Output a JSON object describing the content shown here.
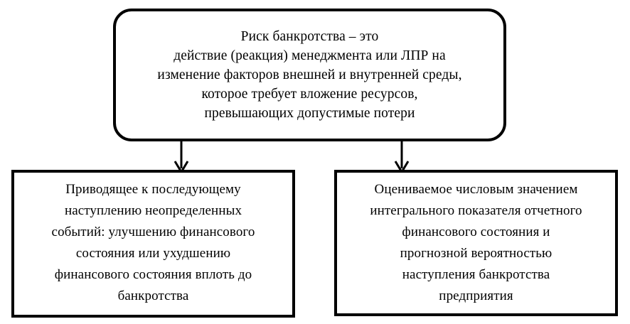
{
  "diagram": {
    "type": "flowchart",
    "orientation": "top-down",
    "background_color": "#ffffff",
    "stroke_color": "#000000",
    "text_color": "#000000",
    "nodes": {
      "definition": {
        "id": "definition",
        "shape": "rounded-rectangle",
        "text": "Риск банкротства – это\nдействие (реакция) менеджмента или ЛПР на\nизменение факторов внешней и внутренней среды,\nкоторое требует вложение ресурсов,\nпревышающих допустимые потери",
        "lines": [
          "Риск банкротства – это",
          "действие (реакция) менеджмента или ЛПР на",
          "изменение факторов внешней и внутренней среды,",
          "которое требует вложение ресурсов,",
          "превышающих допустимые потери"
        ]
      },
      "consequence": {
        "id": "consequence",
        "shape": "rectangle",
        "text": "Приводящее к последующему\nнаступлению неопределенных\nсобытий: улучшению финансового\nсостояния или ухудшению\nфинансового состояния вплоть до\nбанкротства",
        "lines": [
          "Приводящее к последующему",
          "наступлению неопределенных",
          "событий: улучшению финансового",
          "состояния или ухудшению",
          "финансового состояния вплоть до",
          "банкротства"
        ]
      },
      "measurement": {
        "id": "measurement",
        "shape": "rectangle",
        "text": "Оцениваемое числовым значением\nинтегрального показателя отчетного\nфинансового состояния и\nпрогнозной вероятностью\nнаступления банкротства\nпредприятия",
        "lines": [
          "Оцениваемое числовым значением",
          "интегрального показателя отчетного",
          "финансового состояния и",
          "прогнозной вероятностью",
          "наступления банкротства",
          "предприятия"
        ]
      }
    },
    "edges": [
      {
        "id": "edge-definition-consequence",
        "from": "definition",
        "to": "consequence",
        "marker": "arrow-down-icon",
        "label": ""
      },
      {
        "id": "edge-definition-measurement",
        "from": "definition",
        "to": "measurement",
        "marker": "arrow-down-icon",
        "label": ""
      }
    ]
  }
}
